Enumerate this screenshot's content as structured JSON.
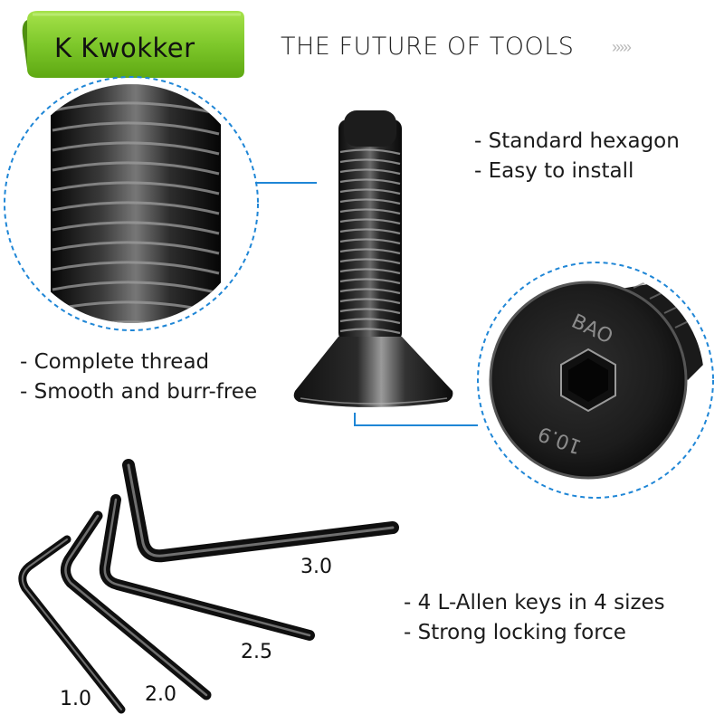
{
  "brand": {
    "name": "K Kwokker",
    "tagline": "THE FUTURE OF TOOLS",
    "chevrons": "›››››",
    "banner_color": "#7ec82b",
    "banner_shadow": "#4f8f10"
  },
  "features": {
    "head": [
      "- Standard hexagon",
      "- Easy to install"
    ],
    "thread": [
      "- Complete thread",
      "- Smooth and burr-free"
    ],
    "keys": [
      "- 4 L-Allen keys in 4 sizes",
      "- Strong locking force"
    ]
  },
  "head_markings": {
    "top": "BAO",
    "bottom": "10.9"
  },
  "allen_keys": {
    "sizes": [
      "1.0",
      "2.0",
      "2.5",
      "3.0"
    ]
  },
  "colors": {
    "callout_blue": "#1f86d6",
    "metal_dark": "#141414",
    "metal_mid": "#3a3a3a",
    "metal_light": "#8a8a8a"
  }
}
